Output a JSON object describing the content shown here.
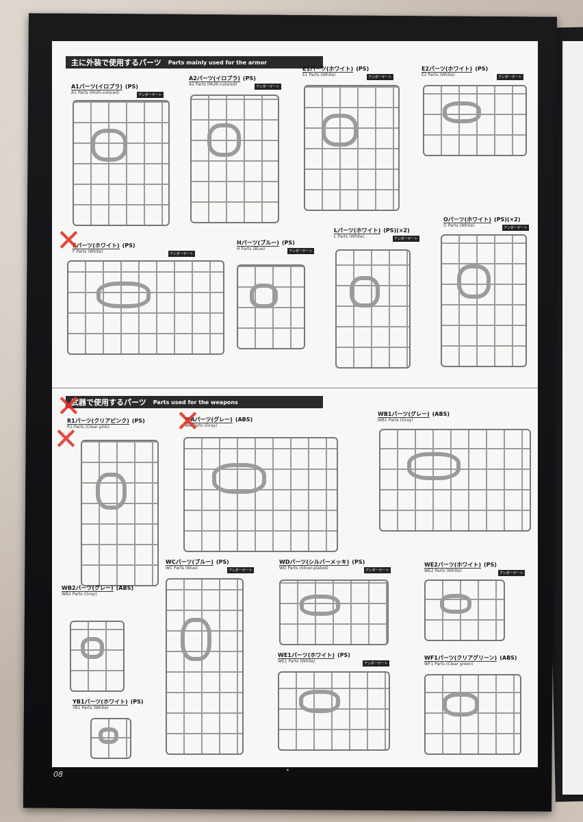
{
  "page_number": "08",
  "section_armor": {
    "jp": "主に外装で使用するパーツ",
    "en": "Parts mainly used for the armor"
  },
  "section_weapons": {
    "jp": "武器で使用するパーツ",
    "en": "Parts used for the weapons"
  },
  "badge_text": "アンダーゲート",
  "armor_parts": [
    {
      "jp": "A1パーツ(イロプラ)",
      "ps": "(PS)",
      "en": "A1 Parts (Multi-colored)"
    },
    {
      "jp": "A2パーツ(イロプラ)",
      "ps": "(PS)",
      "en": "A2 Parts (Multi-colored)"
    },
    {
      "jp": "E1パーツ(ホワイト)",
      "ps": "(PS)",
      "en": "E1 Parts (White)"
    },
    {
      "jp": "E2パーツ(ホワイト)",
      "ps": "(PS)",
      "en": "E2 Parts (White)"
    },
    {
      "jp": "Fパーツ(ホワイト)",
      "ps": "(PS)",
      "en": "F Parts (White)"
    },
    {
      "jp": "Hパーツ(ブルー)",
      "ps": "(PS)",
      "en": "H Parts (Blue)"
    },
    {
      "jp": "Lパーツ(ホワイト)",
      "ps": "(PS)(×2)",
      "en": "L Parts (White)"
    },
    {
      "jp": "Oパーツ(ホワイト)",
      "ps": "(PS)(×2)",
      "en": "O Parts (White)"
    }
  ],
  "weapon_parts": [
    {
      "jp": "R1パーツ(クリアピンク)",
      "ps": "(PS)",
      "en": "R1 Parts (Clear pink)"
    },
    {
      "jp": "WAパーツ(グレー)",
      "ps": "(ABS)",
      "en": "WA Parts (Gray)"
    },
    {
      "jp": "WB1パーツ(グレー)",
      "ps": "(ABS)",
      "en": "WB1 Parts (Gray)"
    },
    {
      "jp": "WB2パーツ(グレー)",
      "ps": "(ABS)",
      "en": "WB2 Parts (Gray)"
    },
    {
      "jp": "WCパーツ(ブルー)",
      "ps": "(PS)",
      "en": "WC Parts (Blue)"
    },
    {
      "jp": "WDパーツ(シルバーメッキ)",
      "ps": "(PS)",
      "en": "WD Parts (Silver-plated)"
    },
    {
      "jp": "WE2パーツ(ホワイト)",
      "ps": "(PS)",
      "en": "WE2 Parts (White)"
    },
    {
      "jp": "WE1パーツ(ホワイト)",
      "ps": "(PS)",
      "en": "WE1 Parts (White)"
    },
    {
      "jp": "WF1パーツ(クリアグリーン)",
      "ps": "(ABS)",
      "en": "WF1 Parts (Clear green)"
    },
    {
      "jp": "YB1パーツ(ホワイト)",
      "ps": "(PS)",
      "en": "YB1 Parts (White)"
    }
  ],
  "colors": {
    "strike_mark": "#e2372d",
    "header_bg": "#2a2a2a",
    "runner_gray": "#9a9a9a"
  }
}
